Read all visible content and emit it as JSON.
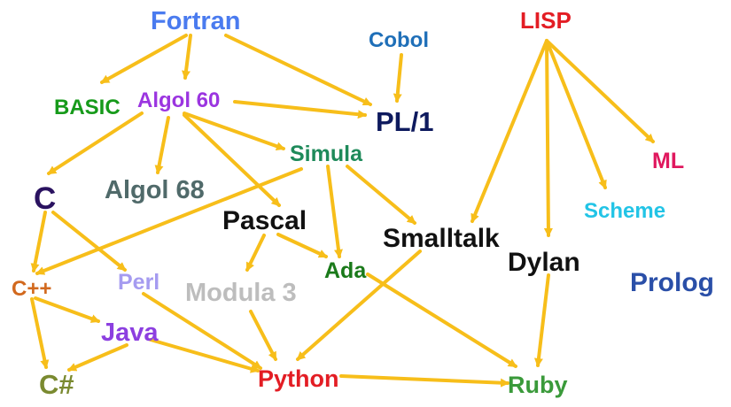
{
  "arrow_color": "#F7BE1A",
  "nodes": [
    {
      "id": "fortran",
      "label": "Fortran",
      "color": "#4A7BEF"
    },
    {
      "id": "cobol",
      "label": "Cobol",
      "color": "#1F6FB8"
    },
    {
      "id": "lisp",
      "label": "LISP",
      "color": "#E31D24"
    },
    {
      "id": "basic",
      "label": "BASIC",
      "color": "#169A1A"
    },
    {
      "id": "algol60",
      "label": "Algol 60",
      "color": "#9B35E0"
    },
    {
      "id": "pl1",
      "label": "PL/1",
      "color": "#0E1A5E"
    },
    {
      "id": "simula",
      "label": "Simula",
      "color": "#1E8A5A"
    },
    {
      "id": "ml",
      "label": "ML",
      "color": "#E0185E"
    },
    {
      "id": "c",
      "label": "C",
      "color": "#2A1260"
    },
    {
      "id": "algol68",
      "label": "Algol 68",
      "color": "#506A6A"
    },
    {
      "id": "scheme",
      "label": "Scheme",
      "color": "#22C4E6"
    },
    {
      "id": "pascal",
      "label": "Pascal",
      "color": "#111111"
    },
    {
      "id": "smalltalk",
      "label": "Smalltalk",
      "color": "#111111"
    },
    {
      "id": "dylan",
      "label": "Dylan",
      "color": "#111111"
    },
    {
      "id": "ada",
      "label": "Ada",
      "color": "#1A7A1A"
    },
    {
      "id": "cpp",
      "label": "C++",
      "color": "#D2691E"
    },
    {
      "id": "perl",
      "label": "Perl",
      "color": "#A59BF0"
    },
    {
      "id": "modula3",
      "label": "Modula 3",
      "color": "#BDBDBD"
    },
    {
      "id": "prolog",
      "label": "Prolog",
      "color": "#2A4FA8"
    },
    {
      "id": "java",
      "label": "Java",
      "color": "#8C3FE0"
    },
    {
      "id": "csharp",
      "label": "C#",
      "color": "#7A8A30"
    },
    {
      "id": "python",
      "label": "Python",
      "color": "#E31D24"
    },
    {
      "id": "ruby",
      "label": "Ruby",
      "color": "#3A9A3A"
    }
  ],
  "edges": [
    [
      "fortran",
      "basic"
    ],
    [
      "fortran",
      "algol60"
    ],
    [
      "fortran",
      "pl1"
    ],
    [
      "cobol",
      "pl1"
    ],
    [
      "algol60",
      "pl1"
    ],
    [
      "algol60",
      "simula"
    ],
    [
      "algol60",
      "c"
    ],
    [
      "algol60",
      "algol68"
    ],
    [
      "algol60",
      "pascal"
    ],
    [
      "simula",
      "cpp"
    ],
    [
      "simula",
      "ada"
    ],
    [
      "simula",
      "smalltalk"
    ],
    [
      "lisp",
      "smalltalk"
    ],
    [
      "lisp",
      "dylan"
    ],
    [
      "lisp",
      "scheme"
    ],
    [
      "lisp",
      "ml"
    ],
    [
      "c",
      "cpp"
    ],
    [
      "c",
      "perl"
    ],
    [
      "pascal",
      "modula3"
    ],
    [
      "pascal",
      "ada"
    ],
    [
      "cpp",
      "java"
    ],
    [
      "cpp",
      "csharp"
    ],
    [
      "java",
      "csharp"
    ],
    [
      "java",
      "python"
    ],
    [
      "perl",
      "python"
    ],
    [
      "modula3",
      "python"
    ],
    [
      "smalltalk",
      "python"
    ],
    [
      "python",
      "ruby"
    ],
    [
      "ada",
      "ruby"
    ],
    [
      "dylan",
      "ruby"
    ]
  ]
}
